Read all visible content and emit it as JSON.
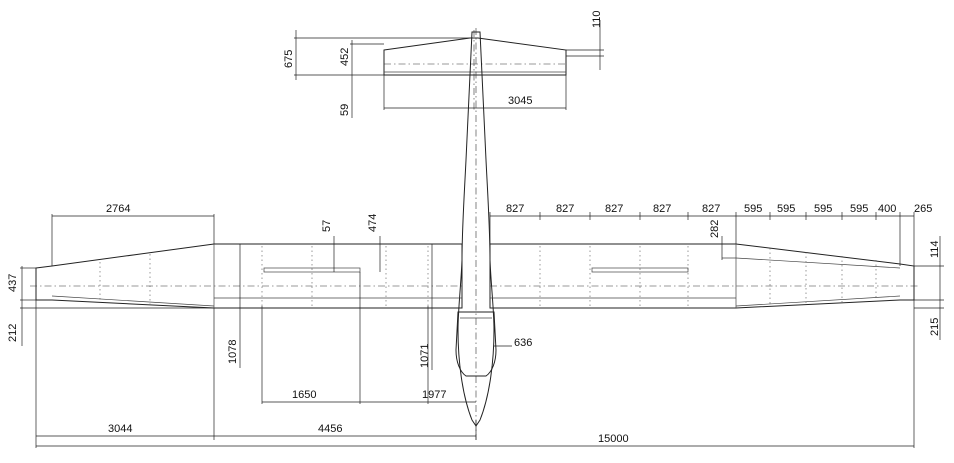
{
  "dimensions": {
    "wing_span": "15000",
    "tip_chord_left": "437",
    "tip_offset_left": "212",
    "tip_offset_right": "215",
    "tip_chord_right": "114",
    "outer_panel_span": "2764",
    "outer_panel_dist": "3044",
    "center_panel_dist": "4456",
    "aileron_span": "1650",
    "half_center": "1977",
    "root_chord_a": "1078",
    "root_chord_b": "1071",
    "aileron_depth": "57",
    "chord_474": "474",
    "cockpit_width": "636",
    "flap_depth": "282",
    "stab_span": "3045",
    "stab_chord": "675",
    "elevator_chord": "452",
    "stab_tip": "59",
    "stab_tip_right": "110",
    "seg_827_1": "827",
    "seg_827_2": "827",
    "seg_827_3": "827",
    "seg_827_4": "827",
    "seg_827_5": "827",
    "seg_595_1": "595",
    "seg_595_2": "595",
    "seg_595_3": "595",
    "seg_595_4": "595",
    "seg_400": "400",
    "seg_265": "265"
  }
}
